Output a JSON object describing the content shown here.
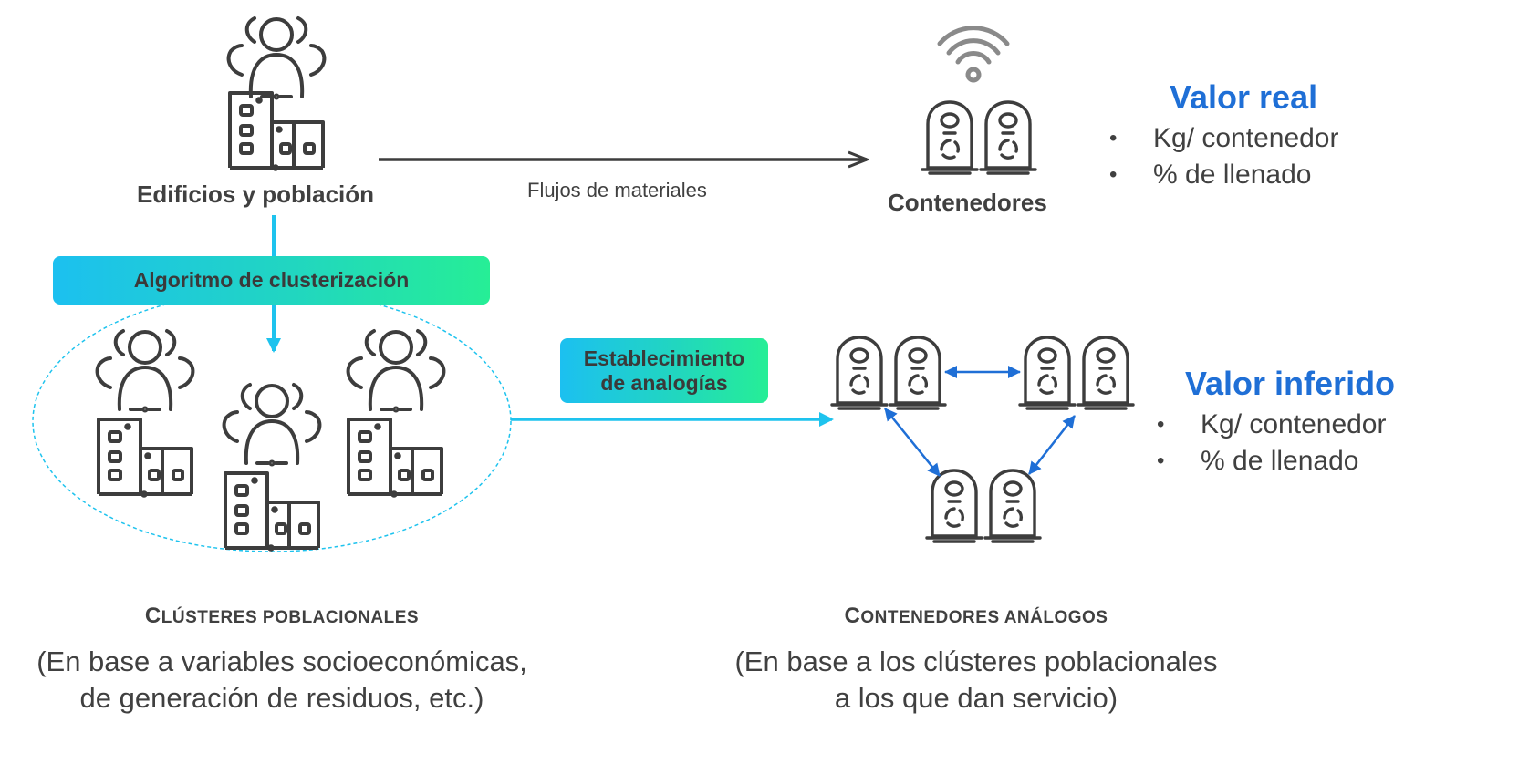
{
  "top": {
    "source_label": "Edificios y población",
    "flow_label": "Flujos de materiales",
    "target_label": "Contenedores"
  },
  "pills": {
    "clustering": "Algoritmo de clusterización",
    "analogies_line1": "Establecimiento",
    "analogies_line2": "de analogías"
  },
  "valor_real": {
    "title": "Valor real",
    "items": [
      "Kg/ contenedor",
      "% de llenado"
    ]
  },
  "valor_inferido": {
    "title": "Valor inferido",
    "items": [
      "Kg/ contenedor",
      "% de llenado"
    ]
  },
  "captions": {
    "left_head_initial": "C",
    "left_head_rest": "LÚSTERES POBLACIONALES",
    "left_sub_line1": "(En base a variables socioeconómicas,",
    "left_sub_line2": "de generación de residuos, etc.)",
    "right_head_initial": "C",
    "right_head_rest": "ONTENEDORES ANÁLOGOS",
    "right_sub_line1": "(En base a los clústeres poblacionales",
    "right_sub_line2": "a los que dan servicio)"
  },
  "colors": {
    "icon_stroke": "#3d3d3d",
    "arrow_blue": "#1f6fd6",
    "connector_cyan": "#1ec3ee",
    "title_blue": "#1f6fd6",
    "pill_gradient": [
      "#1cc0f0",
      "#26ee96"
    ]
  },
  "icons": [
    "people-group-icon",
    "building-icon",
    "wifi-icon",
    "recycling-bin-icon"
  ]
}
